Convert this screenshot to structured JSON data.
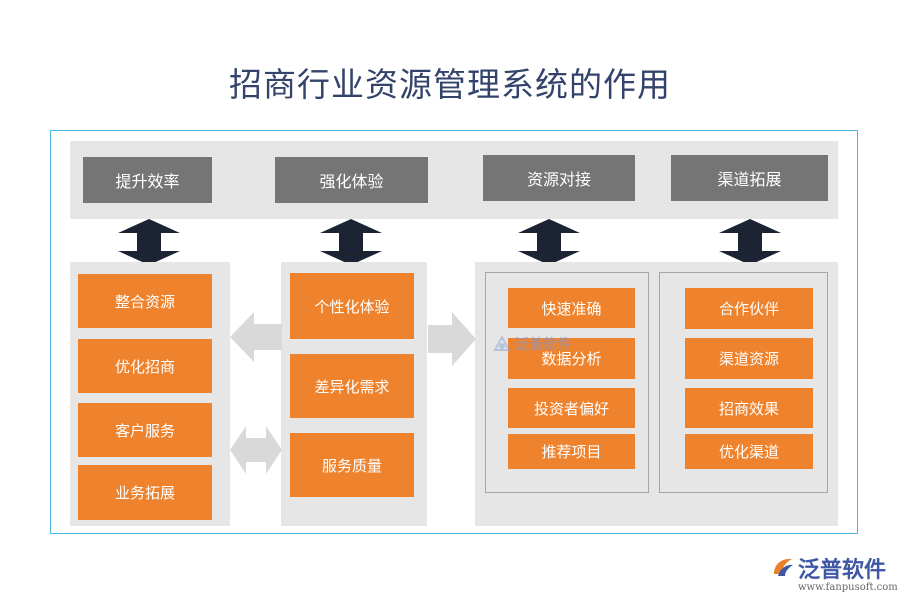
{
  "title": "招商行业资源管理系统的作用",
  "headers": [
    "提升效率",
    "强化体验",
    "资源对接",
    "渠道拓展"
  ],
  "column1": [
    "整合资源",
    "优化招商",
    "客户服务",
    "业务拓展"
  ],
  "column2": [
    "个性化体验",
    "差异化需求",
    "服务质量"
  ],
  "column3": [
    "快速准确",
    "数据分析",
    "投资者偏好",
    "推荐项目"
  ],
  "column4": [
    "合作伙伴",
    "渠道资源",
    "招商效果",
    "优化渠道"
  ],
  "watermark": "泛普软件",
  "logo": {
    "name": "泛普软件",
    "url": "www.fanpusoft.com"
  },
  "colors": {
    "title": "#33436b",
    "header_box": "#757575",
    "item_box": "#ef832d",
    "panel": "#e6e6e6",
    "frame_border": "#4fb4e6",
    "arrow_dark": "#1c2433",
    "arrow_light": "#d9d9d9"
  }
}
